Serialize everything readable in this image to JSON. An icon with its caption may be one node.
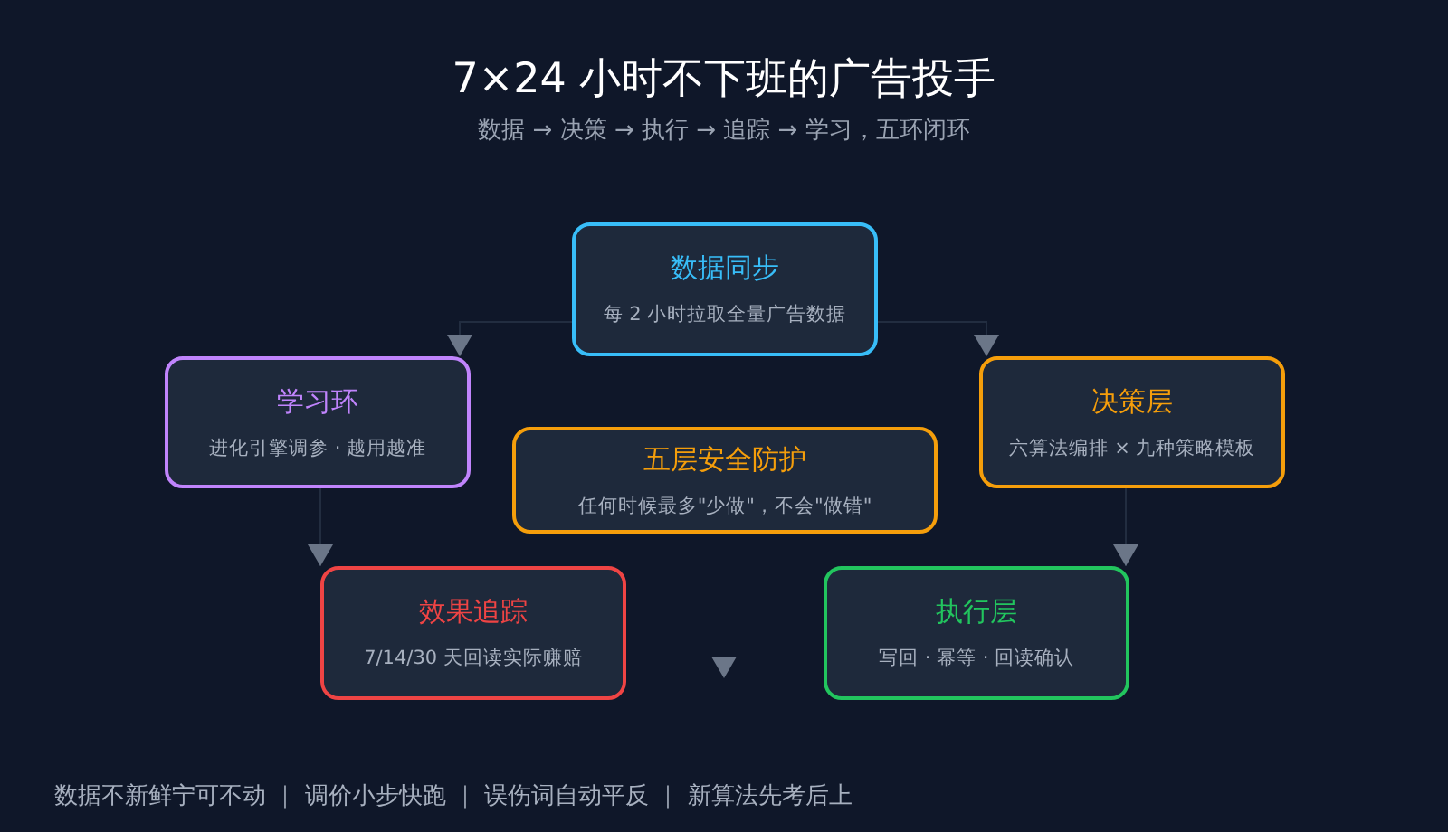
{
  "diagram": {
    "title": "7×24 小时不下班的广告投手",
    "caption": "数据 → 决策 → 执行 → 追踪 → 学习，五环闭环",
    "nodes": [
      {
        "text": [
          "数据同步",
          "每 2 小时拉取全量广告数据"
        ]
      },
      {
        "text": [
          "学习环",
          "进化引擎调参 · 越用越准"
        ]
      },
      {
        "text": [
          "决策层",
          "六算法编排 × 九种策略模板"
        ]
      },
      {
        "text": [
          "五层安全防护",
          "任何时候最多\"少做\"，不会\"做错\""
        ]
      },
      {
        "text": [
          "效果追踪",
          "7/14/30 天回读实际赚赔"
        ]
      },
      {
        "text": [
          "执行层",
          "写回 · 幂等 · 回读确认"
        ]
      }
    ],
    "edges": [
      {
        "from": 0,
        "to": 1,
        "arrow": "to"
      },
      {
        "from": 0,
        "to": 2,
        "arrow": "to"
      },
      {
        "from": 1,
        "to": 4,
        "arrow": "to"
      },
      {
        "from": 2,
        "to": 5,
        "arrow": "to"
      }
    ],
    "labels": [
      "数据不新鲜宁可不动 ｜ 调价小步快跑 ｜ 误伤词自动平反 ｜ 新算法先考后上"
    ]
  }
}
